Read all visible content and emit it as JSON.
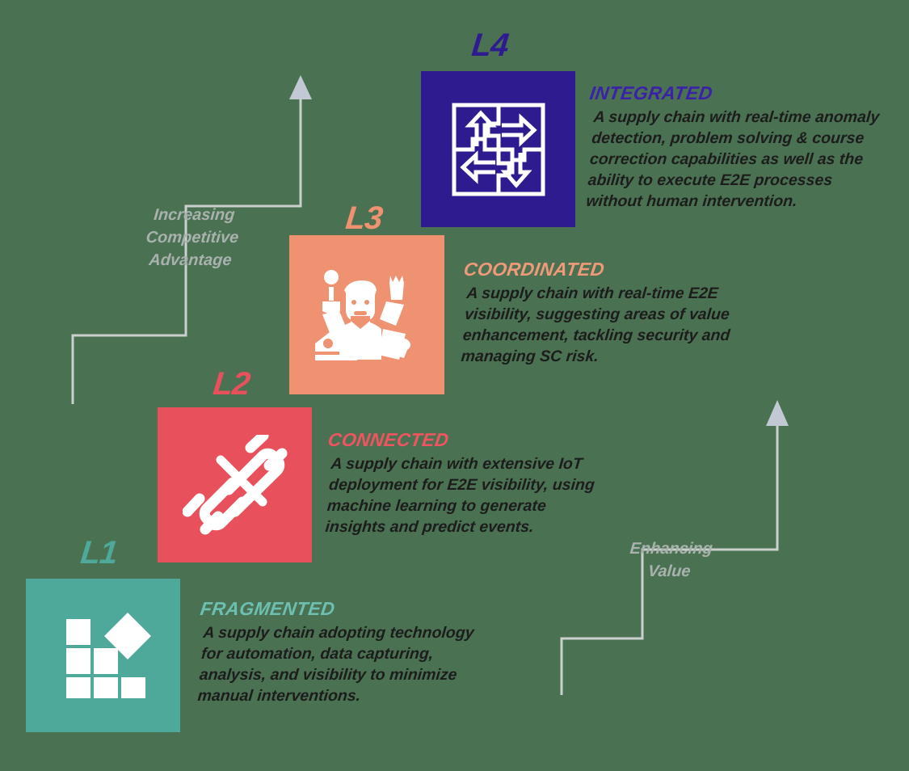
{
  "page": {
    "background_color": "#4a7252",
    "body_text_color": "#1c1c1c"
  },
  "axis_labels": {
    "left": {
      "text": "Increasing\nCompetitive\nAdvantage",
      "color": "#a9b2ae"
    },
    "right": {
      "text": "Enhancing\nValue",
      "color": "#a9b2ae"
    }
  },
  "levels": [
    {
      "code": "L1",
      "title": "FRAGMENTED",
      "description": "A supply chain adopting technology for automation, data capturing, analysis, and visibility to minimize manual interventions.",
      "color": "#4fa99b",
      "icon": "blocks-diamond-icon"
    },
    {
      "code": "L2",
      "title": "CONNECTED",
      "description": "A supply chain with extensive IoT deployment for E2E visibility, using machine learning to generate insights and predict events.",
      "color": "#e8505b",
      "icon": "plug-connector-icon"
    },
    {
      "code": "L3",
      "title": "COORDINATED",
      "description": "A supply chain with real-time E2E visibility, suggesting areas of value enhancement, tackling security and managing SC risk.",
      "color": "#ee9271",
      "icon": "businessman-celebrating-icon"
    },
    {
      "code": "L4",
      "title": "INTEGRATED",
      "description": "A supply chain with real-time anomaly detection, problem solving & course correction capabilities as well as the ability to execute E2E processes without human intervention.",
      "color": "#2e1b8f",
      "icon": "puzzle-arrows-icon"
    }
  ]
}
